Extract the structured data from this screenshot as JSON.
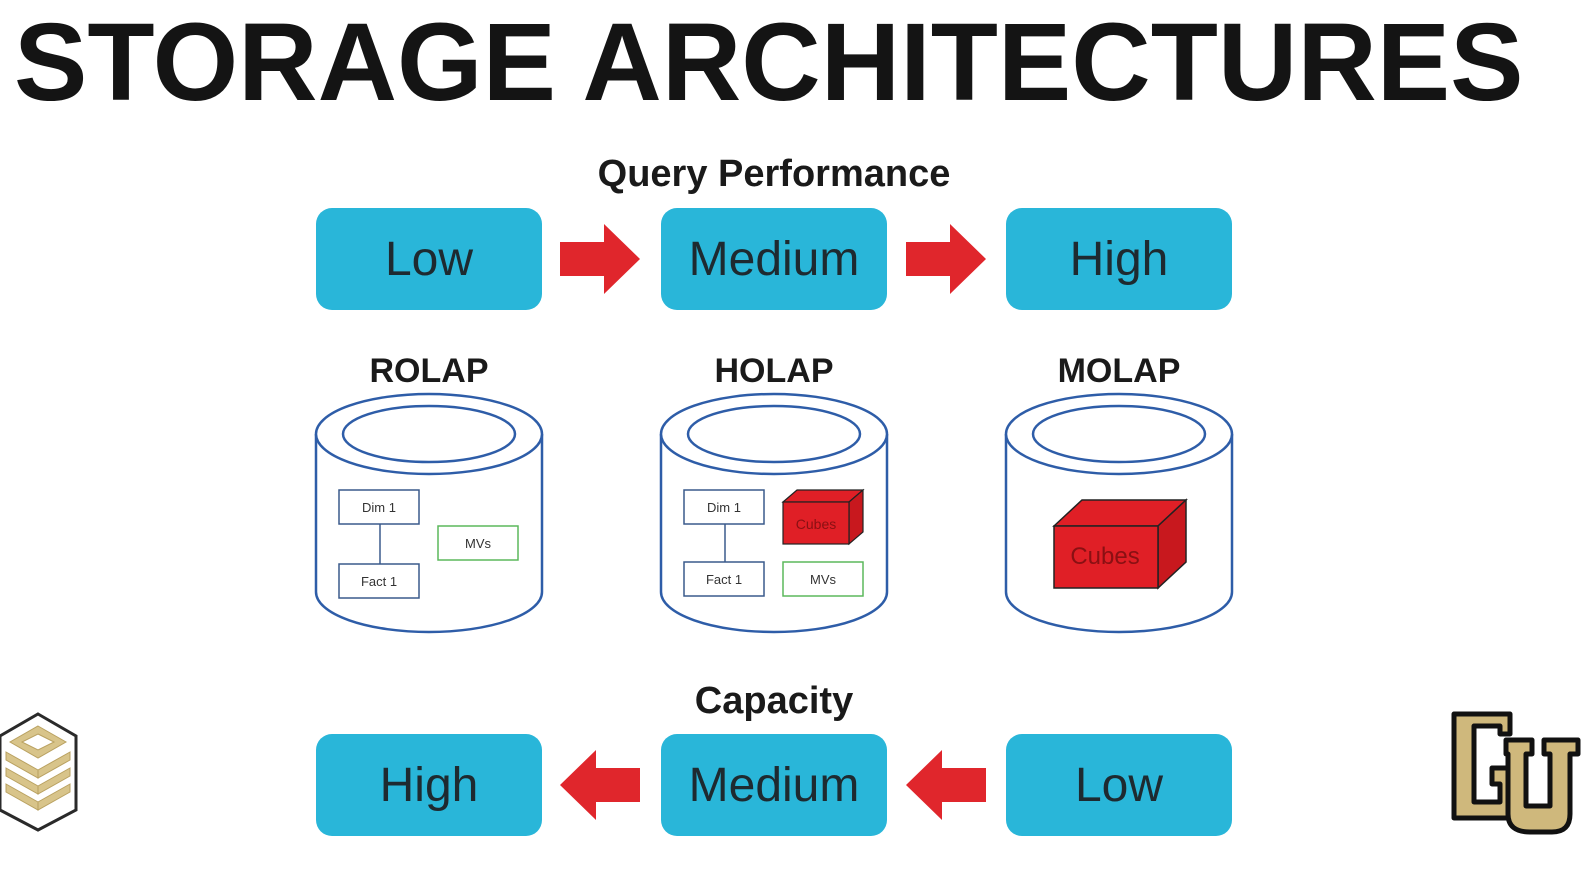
{
  "title": "STORAGE ARCHITECTURES",
  "query_performance": {
    "label": "Query Performance",
    "levels": [
      "Low",
      "Medium",
      "High"
    ]
  },
  "architectures": [
    {
      "name": "ROLAP",
      "dim": "Dim 1",
      "fact": "Fact 1",
      "mvs": "MVs"
    },
    {
      "name": "HOLAP",
      "dim": "Dim 1",
      "fact": "Fact 1",
      "mvs": "MVs",
      "cubes": "Cubes"
    },
    {
      "name": "MOLAP",
      "cubes": "Cubes"
    }
  ],
  "capacity": {
    "label": "Capacity",
    "levels": [
      "High",
      "Medium",
      "Low"
    ]
  },
  "colors": {
    "pill": "#29b6d9",
    "arrow": "#e0262c",
    "cube": "#e01f26",
    "db_outline": "#2e5da8",
    "mvs_border": "#5cb85c"
  },
  "logos": [
    "cube-stack-logo",
    "cu-logo"
  ]
}
